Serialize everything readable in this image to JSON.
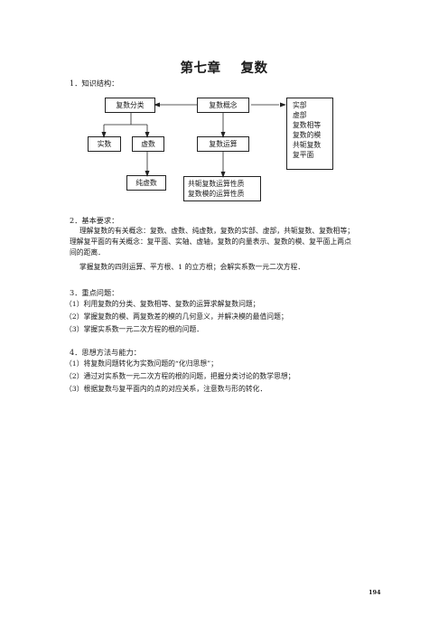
{
  "chapter": {
    "label": "第七章",
    "title": "复数"
  },
  "section1": {
    "heading": "1．知识结构：",
    "diagram": {
      "classification": "复数分类",
      "concept": "复数概念",
      "real": "实数",
      "imaginary": "虚数",
      "pure_imaginary": "纯虚数",
      "operation": "复数运算",
      "operation_props": [
        "共轭复数运算性质",
        "复数模的运算性质"
      ],
      "concept_list": [
        "实部",
        "虚部",
        "复数相等",
        "复数的模",
        "共轭复数",
        "复平面"
      ]
    }
  },
  "section2": {
    "heading": "2．基本要求：",
    "lines": [
      "理解复数的有关概念：复数、虚数、纯虚数，复数的实部、虚部，共轭复数、复数相等；",
      "理解复平面的有关概念：复平面、实轴、虚轴，复数的向量表示、复数的模、复平面上两点",
      "间的距离．",
      "掌握复数的四则运算、平方根、1 的立方根；会解实系数一元二次方程．"
    ]
  },
  "section3": {
    "heading": "3．重点问题：",
    "items": [
      "（1）利用复数的分类、复数相等、复数的运算求解复数问题；",
      "（2）掌握复数的模、两复数差的模的几何意义，并解决模的最值问题；",
      "（3）掌握实系数一元二次方程的根的问题．"
    ]
  },
  "section4": {
    "heading": "4．思想方法与能力：",
    "items": [
      "（1）将复数问题转化为实数问题的“化归思想”；",
      "（2）通过对实系数一元二次方程的根的问题，把握分类讨论的数学思想；",
      "（3）根据复数与复平面内的点的对应关系，注意数与形的转化．"
    ]
  },
  "page_number": "194"
}
